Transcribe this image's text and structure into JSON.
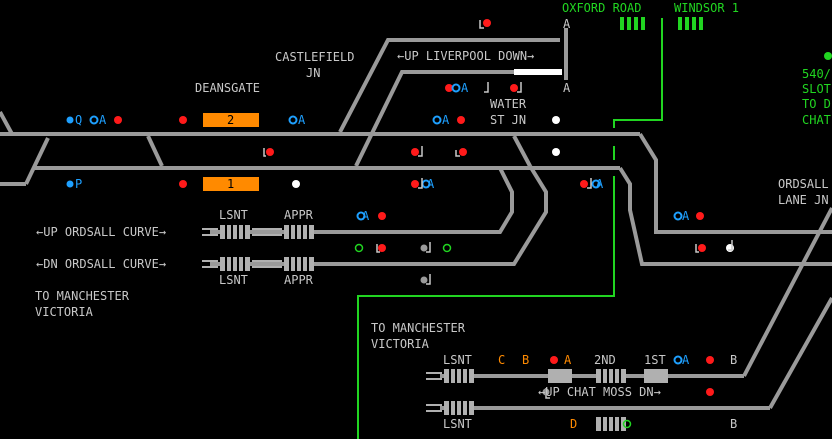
{
  "colors": {
    "bg": "#000000",
    "track": "#9a9a9a",
    "text": "#c8c8c8",
    "green": "#21d521",
    "red": "#ff1a1a",
    "blue": "#1ea0ff",
    "orange": "#ff8a00",
    "white": "#ffffff"
  },
  "header": {
    "oxford_road": "OXFORD ROAD",
    "windsor": "WINDSOR 1"
  },
  "partial": {
    "line1": "540/",
    "line2": "SLOT",
    "line3": "TO D",
    "line4": "CHAT"
  },
  "labels": {
    "castlefield1": "CASTLEFIELD",
    "castlefield2": "JN",
    "deansgate": "DEANSGATE",
    "water1": "WATER",
    "water2": "ST JN",
    "up_liverpool": "←UP LIVERPOOL DOWN→",
    "ordsall1": "ORDSALL",
    "ordsall2": "LANE JN",
    "up_ordsall": "←UP ORDSALL CURVE→",
    "dn_ordsall": "←DN ORDSALL CURVE→",
    "to_mv1a": "TO MANCHESTER",
    "to_mv1b": "VICTORIA",
    "to_mv2a": "TO MANCHESTER",
    "to_mv2b": "VICTORIA",
    "lsnt_a": "LSNT",
    "appr_a": "APPR",
    "lsnt_b": "LSNT",
    "appr_b": "APPR",
    "lsnt_c": "LSNT",
    "lsnt_d": "LSNT",
    "second": "2ND",
    "first": "1ST",
    "up_chat_moss": "←UP CHAT MOSS DN→",
    "berth_c": "C",
    "berth_b": "B",
    "berth_d": "D",
    "berth_a": "A",
    "a_top": "A",
    "a_mid": "A",
    "b_r1": "B",
    "b_r2": "B"
  },
  "berths": [
    {
      "label": "2"
    },
    {
      "label": "1"
    }
  ],
  "signal_ids": {
    "q": "Q",
    "p": "P",
    "a": "A"
  }
}
